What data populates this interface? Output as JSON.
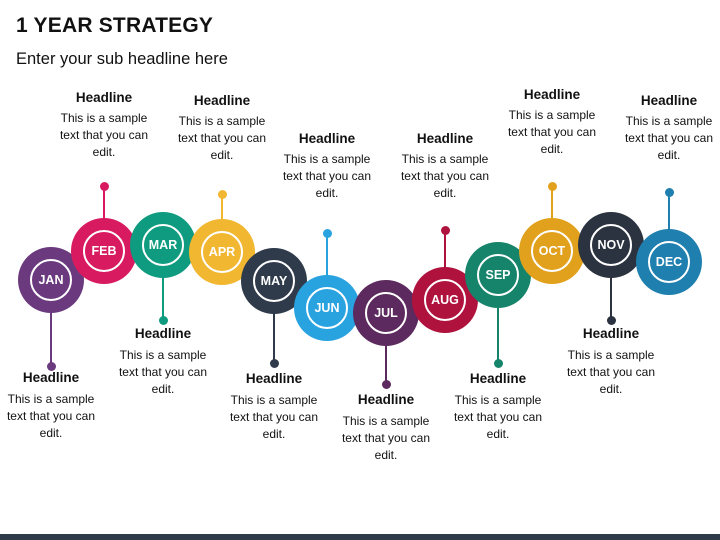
{
  "title": "1 YEAR STRATEGY",
  "subtitle": "Enter your sub headline here",
  "months": [
    {
      "label": "JAN",
      "color": "#6b3a7e",
      "headline": "Headline",
      "text": "This is a sample text that you can edit."
    },
    {
      "label": "FEB",
      "color": "#d81b60",
      "headline": "Headline",
      "text": "This is a sample text that you can edit."
    },
    {
      "label": "MAR",
      "color": "#0f9b7f",
      "headline": "Headline",
      "text": "This is a sample text that you can edit."
    },
    {
      "label": "APR",
      "color": "#f2b731",
      "headline": "Headline",
      "text": "This is a sample text that you can edit."
    },
    {
      "label": "MAY",
      "color": "#2f3b4a",
      "headline": "Headline",
      "text": "This is a sample text that you can edit."
    },
    {
      "label": "JUN",
      "color": "#29a3e0",
      "headline": "Headline",
      "text": "This is a sample text that you can edit."
    },
    {
      "label": "JUL",
      "color": "#5c2a5e",
      "headline": "Headline",
      "text": "This is a sample text that you can edit."
    },
    {
      "label": "AUG",
      "color": "#b0123e",
      "headline": "Headline",
      "text": "This is a sample text that you can edit."
    },
    {
      "label": "SEP",
      "color": "#16836b",
      "headline": "Headline",
      "text": "This is a sample text that you can edit."
    },
    {
      "label": "OCT",
      "color": "#e2a11c",
      "headline": "Headline",
      "text": "This is a sample text that you can edit."
    },
    {
      "label": "NOV",
      "color": "#2b3340",
      "headline": "Headline",
      "text": "This is a sample text that you can edit."
    },
    {
      "label": "DEC",
      "color": "#1f7fae",
      "headline": "Headline",
      "text": "This is a sample text that you can edit."
    }
  ]
}
